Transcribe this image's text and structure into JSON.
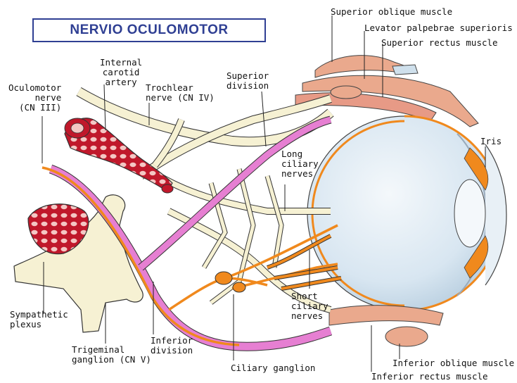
{
  "title": "NERVIO OCULOMOTOR",
  "labels": {
    "superior_oblique": "Superior oblique muscle",
    "levator": "Levator palpebrae superioris",
    "superior_rectus": "Superior rectus muscle",
    "internal_carotid": "Internal\ncarotid\nartery",
    "oculomotor": "Oculomotor\nnerve\n(CN III)",
    "trochlear": "Trochlear\nnerve (CN IV)",
    "superior_division": "Superior\ndivision",
    "long_ciliary": "Long\nciliary\nnerves",
    "iris": "Iris",
    "sympathetic": "Sympathetic\nplexus",
    "trigeminal": "Trigeminal\nganglion (CN V)",
    "inferior_division": "Inferior\ndivision",
    "short_ciliary": "Short\nciliary\nnerves",
    "ciliary_ganglion": "Ciliary ganglion",
    "inferior_oblique": "Inferior oblique muscle",
    "inferior_rectus": "Inferior rectus muscle"
  },
  "colors": {
    "title": "#2f3f93",
    "nerve": "#f6f1d3",
    "oculomotor": "#e67fd2",
    "parasympathetic": "#f0891d",
    "artery": "#c0182b",
    "muscle": "#eaa98d",
    "eyeball": "#d8e6f1"
  }
}
